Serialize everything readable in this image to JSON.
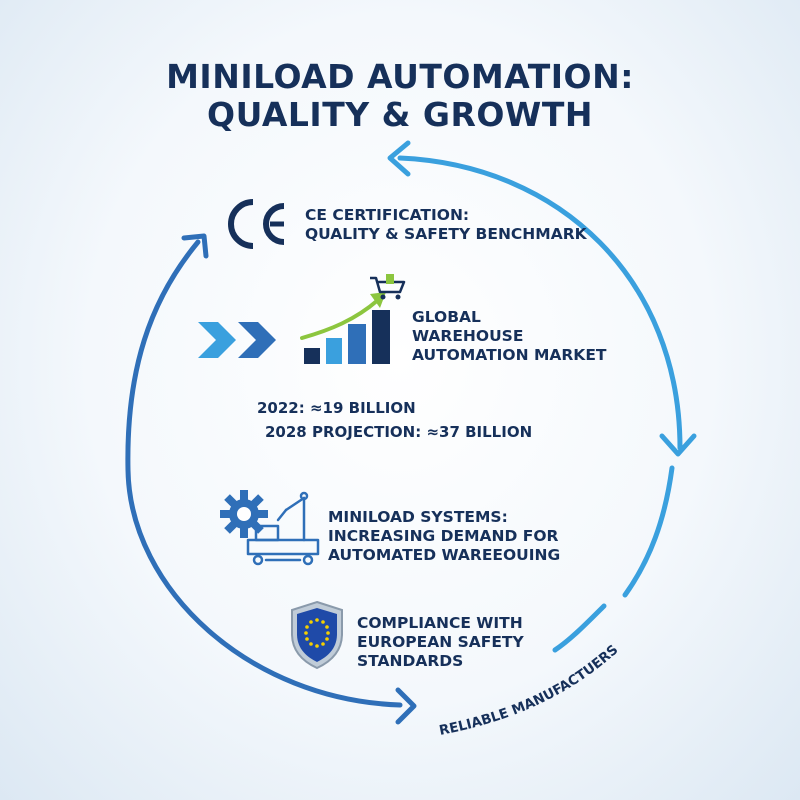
{
  "title": {
    "line1": "MINILOAD AUTOMATION:",
    "line2": "QUALITY & GROWTH"
  },
  "items": [
    {
      "lines": [
        "CE CERTIFICATION:",
        "QUALITY & SAFETY BENCHMARK"
      ],
      "icon": "ce-mark-icon"
    },
    {
      "lines": [
        "GLOBAL",
        "WAREHOUSE",
        "AUTOMATION MARKET"
      ],
      "icon": "growth-bar-chart-icon"
    },
    {
      "lines": [
        "MINILOAD SYSTEMS:",
        "INCREASING DEMAND FOR",
        "AUTOMATED WAREEOUING"
      ],
      "icon": "gear-robot-arm-icon"
    },
    {
      "lines": [
        "COMPLIANCE WITH",
        "EUROPEAN SAFETY",
        "STANDARDS"
      ],
      "icon": "eu-shield-icon"
    }
  ],
  "stats": {
    "year_2022": "2022: ≈19 BILLION",
    "projection_2028": "2028 PROJECTION: ≈37 BILLION"
  },
  "ring_label": "RELIABLE MANUFACTUERS",
  "colors": {
    "navy": "#16305a",
    "blue": "#2f6fb8",
    "light_blue": "#3fa3e0",
    "green": "#8cc63f",
    "eu_blue": "#1f4aa8",
    "eu_star": "#f5d000"
  }
}
